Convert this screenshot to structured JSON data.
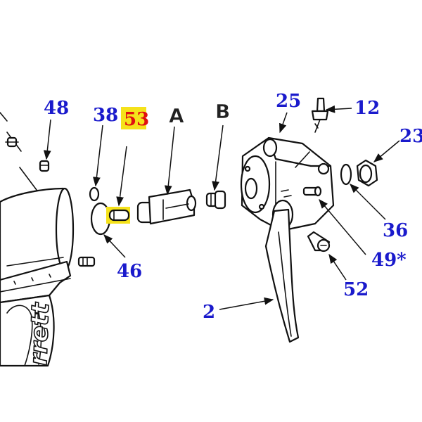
{
  "diagram": {
    "callouts": [
      {
        "id": "48",
        "text": "48",
        "color": "#1a1acc"
      },
      {
        "id": "38",
        "text": "38",
        "color": "#1a1acc"
      },
      {
        "id": "53",
        "text": "53",
        "color": "#e01010",
        "highlight": "#f5e21b"
      },
      {
        "id": "A",
        "text": "A",
        "color": "#222222"
      },
      {
        "id": "B",
        "text": "B",
        "color": "#222222"
      },
      {
        "id": "25",
        "text": "25",
        "color": "#1a1acc"
      },
      {
        "id": "12",
        "text": "12",
        "color": "#1a1acc"
      },
      {
        "id": "23",
        "text": "23",
        "color": "#1a1acc"
      },
      {
        "id": "36",
        "text": "36",
        "color": "#1a1acc"
      },
      {
        "id": "49",
        "text": "49*",
        "color": "#1a1acc"
      },
      {
        "id": "46",
        "text": "46",
        "color": "#1a1acc"
      },
      {
        "id": "52",
        "text": "52",
        "color": "#1a1acc"
      },
      {
        "id": "2",
        "text": "2",
        "color": "#1a1acc"
      }
    ],
    "highlighted_part": "53",
    "tool_body_lettering": "rrett"
  }
}
